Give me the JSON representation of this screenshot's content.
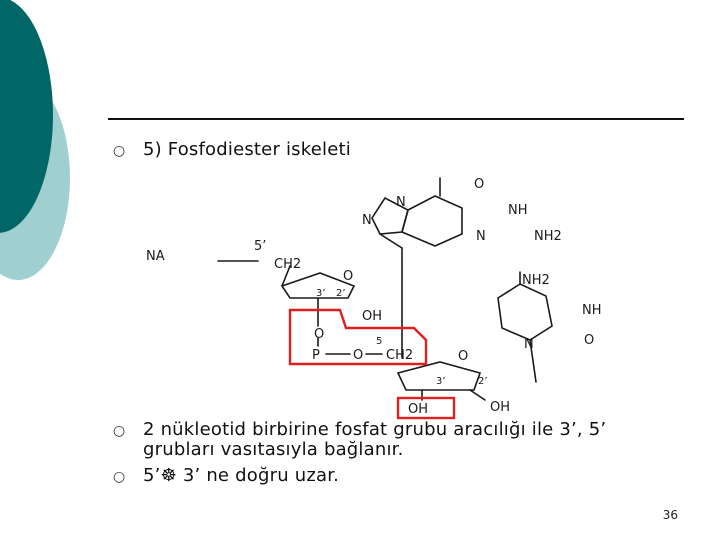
{
  "slide": {
    "bullet_symbol": "○",
    "title_bullet": "5) Fosfodiester iskeleti",
    "bullets": [
      "2 nükleotid birbirine fosfat grubu aracılığı ile 3’, 5’ grubları vasıtasıyla bağlanır.",
      "5’☸ 3’ ne doğru uzar."
    ],
    "page_number": "36"
  },
  "diagram_labels": {
    "na": "NA",
    "five_prime_top": "5’",
    "ch2_top": "CH2",
    "o_ring_top": "O",
    "three_prime_top": "3’",
    "two_prime_top": "2’",
    "oh_top": "OH",
    "o_link": "O",
    "p": "P",
    "o_mid": "O",
    "five_prime_mid": "5",
    "ch2_mid": "CH2",
    "o_ring_bottom": "O",
    "three_prime_bottom": "3’",
    "two_prime_bottom": "2’",
    "oh_left": "OH",
    "oh_right": "OH",
    "purine_n1": "N",
    "purine_n2": "N",
    "purine_nh": "NH",
    "purine_n3": "N",
    "purine_nh2": "NH2",
    "purine_o": "O",
    "pyr_nh2": "NH2",
    "pyr_nh": "NH",
    "pyr_n": "N",
    "pyr_o": "O"
  },
  "colors": {
    "deco_dark": "#006666",
    "deco_light": "#9fcfcf",
    "highlight": "#e02020",
    "ink": "#1a1a1a"
  }
}
